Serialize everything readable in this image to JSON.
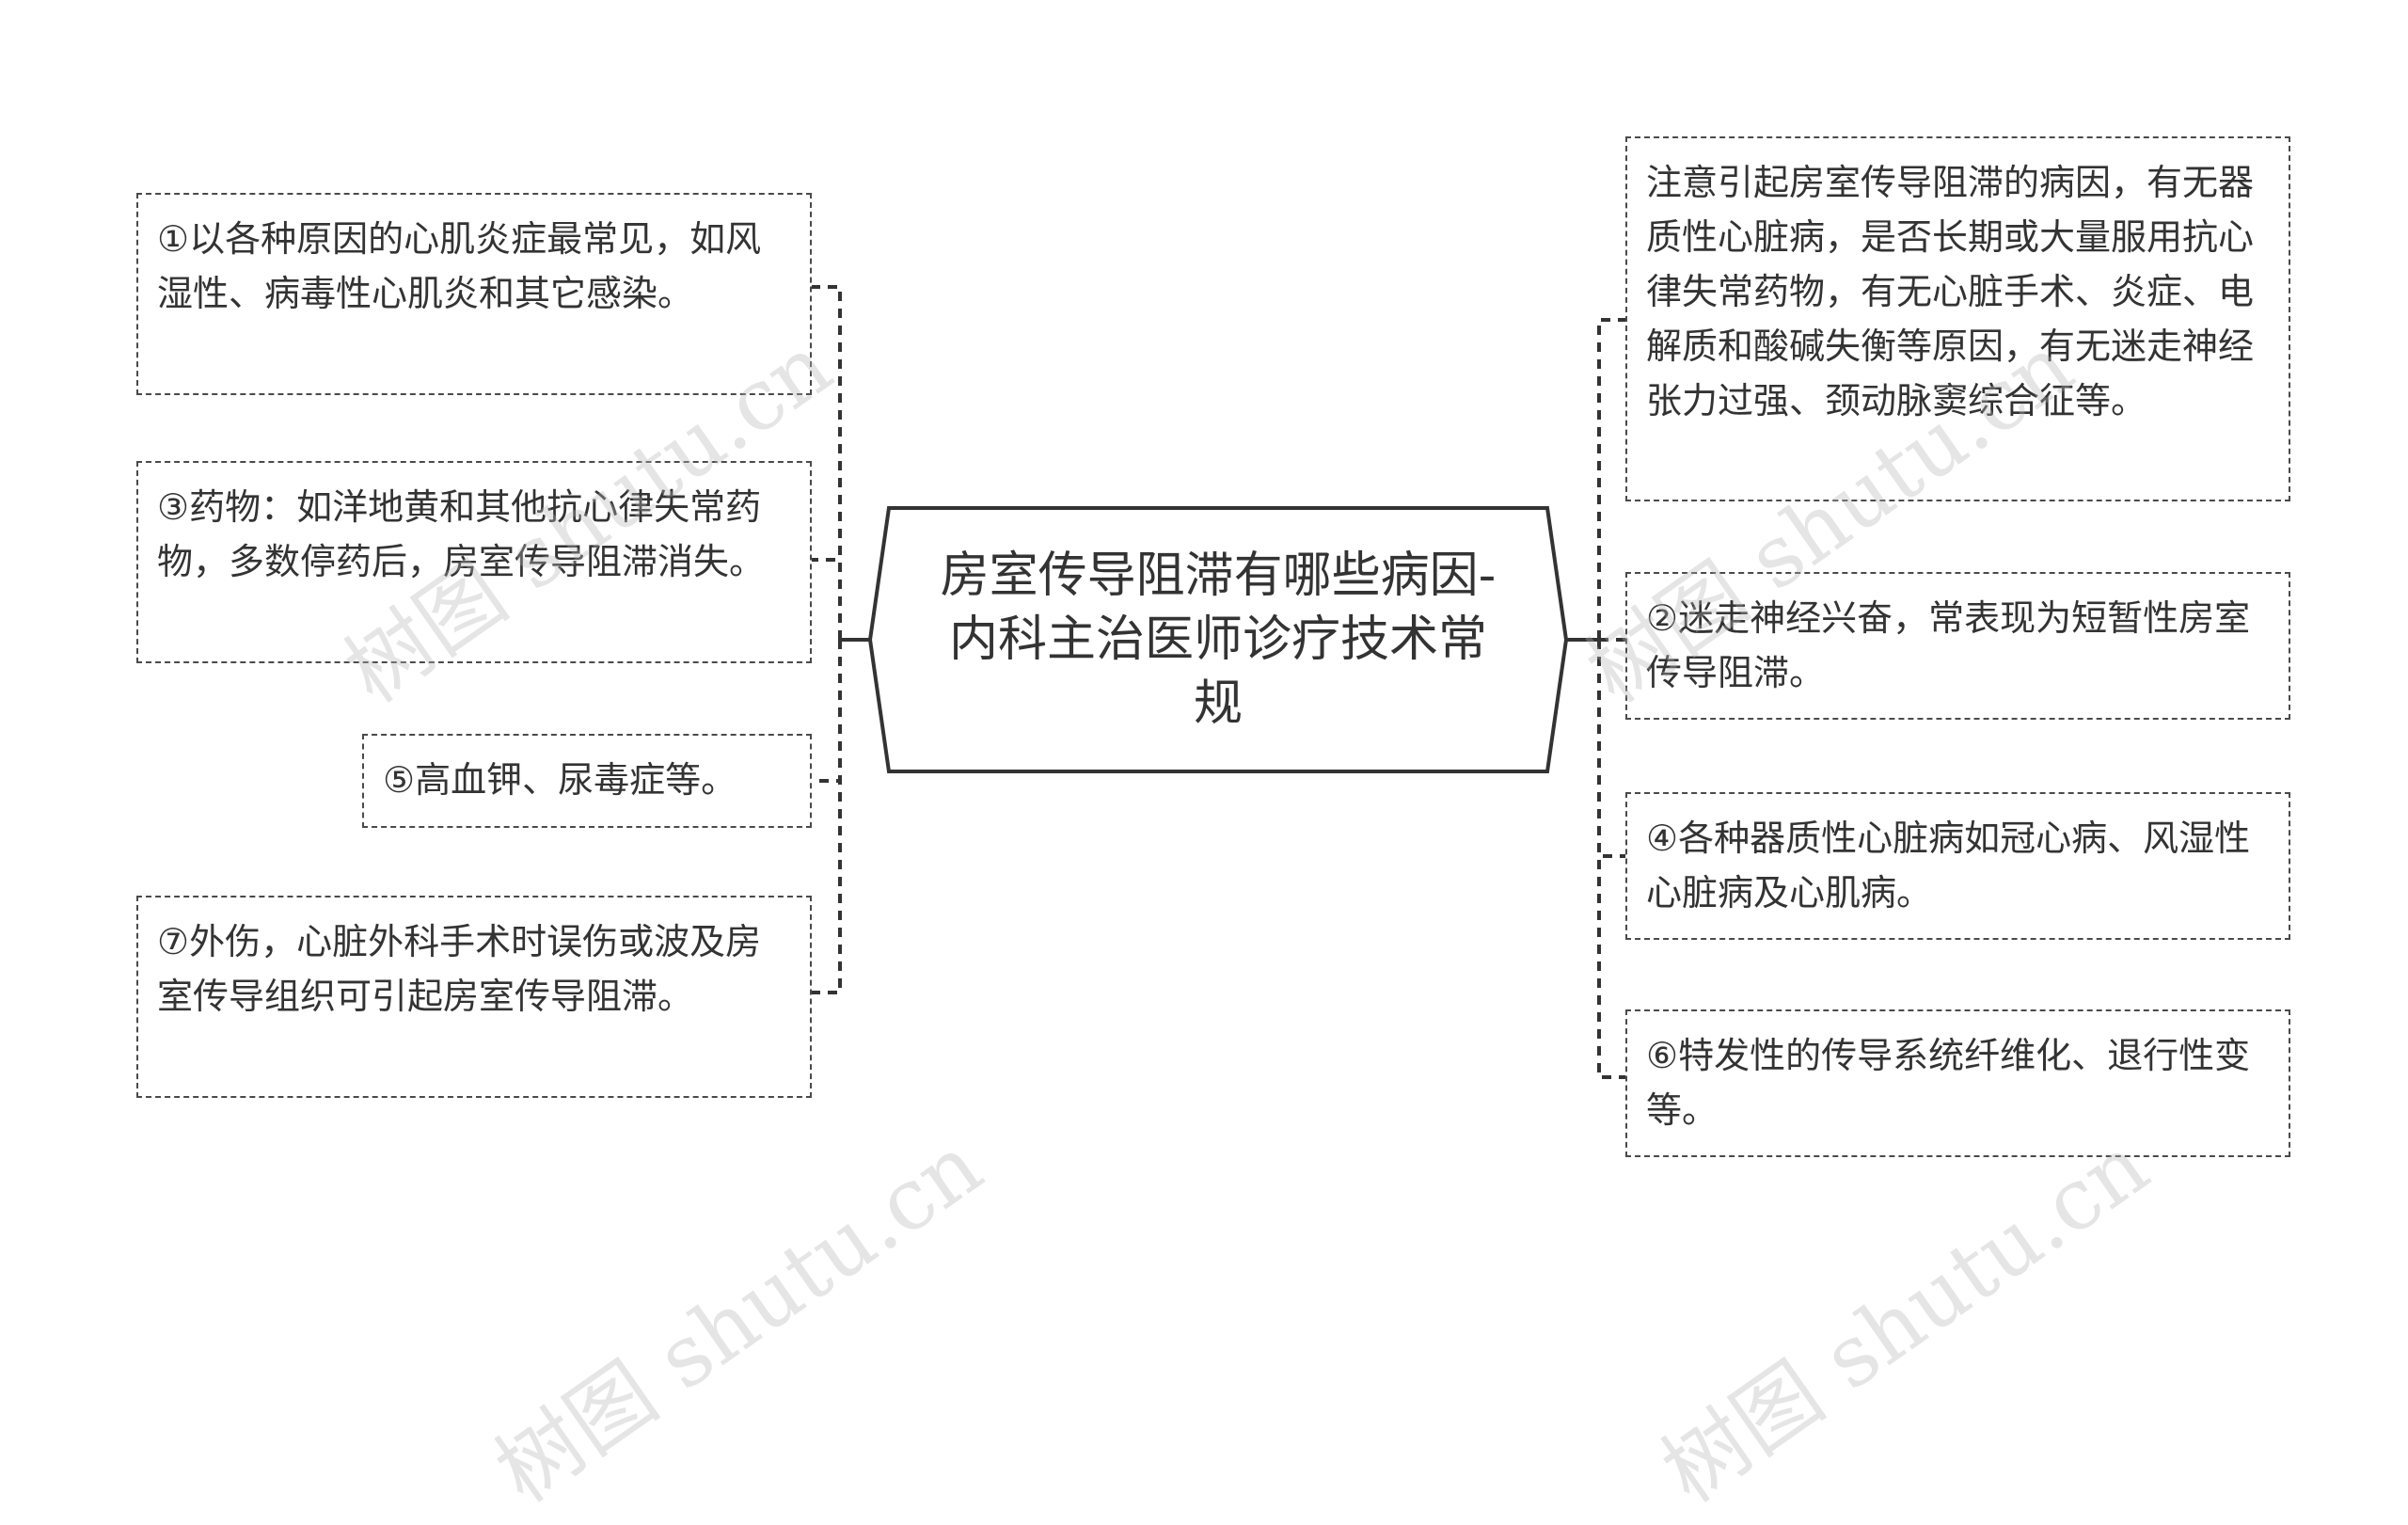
{
  "center": {
    "text": "房室传导阻滞有哪些病因-内科主治医师诊疗技术常规"
  },
  "left_nodes": [
    {
      "text": "①以各种原因的心肌炎症最常见，如风湿性、病毒性心肌炎和其它感染。"
    },
    {
      "text": "③药物：如洋地黄和其他抗心律失常药物，多数停药后，房室传导阻滞消失。"
    },
    {
      "text": "⑤高血钾、尿毒症等。"
    },
    {
      "text": "⑦外伤，心脏外科手术时误伤或波及房室传导组织可引起房室传导阻滞。"
    }
  ],
  "right_nodes": [
    {
      "text": "注意引起房室传导阻滞的病因，有无器质性心脏病，是否长期或大量服用抗心律失常药物，有无心脏手术、炎症、电解质和酸碱失衡等原因，有无迷走神经张力过强、颈动脉窦综合征等。"
    },
    {
      "text": "②迷走神经兴奋，常表现为短暂性房室传导阻滞。"
    },
    {
      "text": "④各种器质性心脏病如冠心病、风湿性心脏病及心肌病。"
    },
    {
      "text": "⑥特发性的传导系统纤维化、退行性变等。"
    }
  ],
  "watermark": {
    "text": "树图 shutu.cn"
  },
  "colors": {
    "line": "#333333",
    "border": "#4a4a4a",
    "text": "#333333"
  }
}
